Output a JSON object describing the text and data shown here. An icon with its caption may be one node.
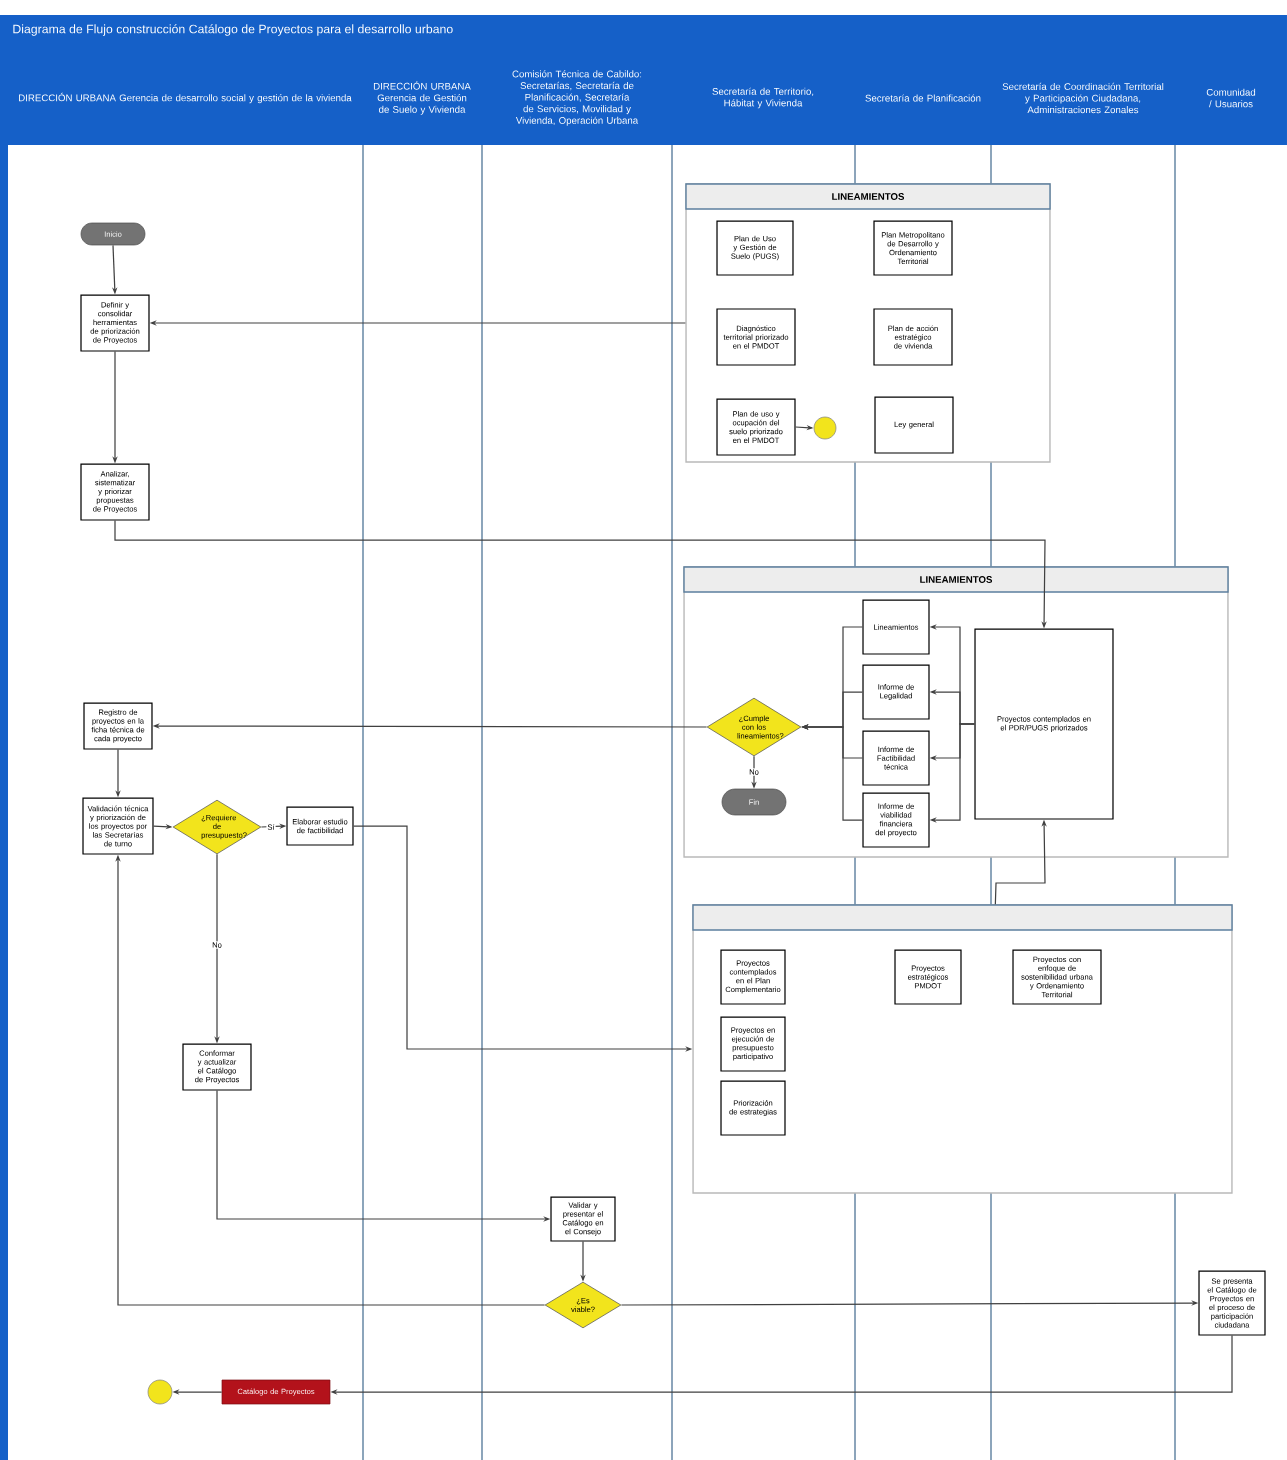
{
  "diagram": {
    "title": "Diagrama de Flujo construcción Catálogo de Proyectos para el desarrollo urbano",
    "nodes": [
      {
        "text": [
          "Inicio"
        ]
      },
      {
        "text": [
          "Definir y consolidar herramientas de priorización de Proyectos"
        ]
      },
      {
        "text": [
          "LINEAMIENTOS"
        ]
      },
      {
        "text": [
          "Plan de Uso y Gestión de Suelo (PUGS)"
        ],
        "in": 2
      },
      {
        "text": [
          "Plan Metropolitano de Desarrollo y Ordenamiento Territorial"
        ],
        "in": 2
      },
      {
        "text": [
          "Diagnóstico territorial priorizado en el PMDOT"
        ],
        "in": 2
      },
      {
        "text": [
          "Plan de acción estratégico de vivienda"
        ],
        "in": 2
      },
      {
        "text": [
          "Plan de uso y ocupación del suelo priorizado en el PMDOT"
        ],
        "in": 2
      },
      {
        "text": [
          "Ley general"
        ],
        "in": 2
      },
      {
        "text": [],
        "shape": "circle",
        "in": 2
      },
      {
        "text": [
          "Analizar, sistematizar y priorizar propuestas de Proyectos"
        ]
      },
      {
        "text": [
          "LINEAMIENTOS"
        ]
      },
      {
        "text": [
          "Lineamientos"
        ],
        "in": 11
      },
      {
        "text": [
          "Informe de Legalidad"
        ],
        "in": 11
      },
      {
        "text": [
          "Informe de Factibilidad técnica"
        ],
        "in": 11
      },
      {
        "text": [
          "Informe de viabilidad financiera del proyecto"
        ],
        "in": 11
      },
      {
        "text": [
          "Proyectos contemplados en el PDR/PUGS priorizados"
        ],
        "in": 11
      },
      {
        "text": [
          "¿Cumple con los lineamientos?"
        ],
        "in": 11
      },
      {
        "text": [
          "Fin"
        ],
        "in": 11
      },
      {
        "text": [
          "Registro de proyectos en la ficha técnica de cada proyecto"
        ]
      },
      {
        "text": [
          "Validación técnica y priorización de los proyectos por las Secretarías de turno"
        ]
      },
      {
        "text": [
          "¿Requiere de presupuesto?"
        ]
      },
      {
        "text": [
          "Elaborar estudio de factibilidad"
        ]
      },
      {
        "text": [],
        "shape": "box"
      },
      {
        "text": [
          "Proyectos contemplados en el Plan Complementario"
        ],
        "in": 23
      },
      {
        "text": [
          "Proyectos en ejecución de presupuesto participativo"
        ],
        "in": 23
      },
      {
        "text": [
          "Priorización de estrategias"
        ],
        "in": 23
      },
      {
        "text": [
          "Proyectos estratégicos PMDOT"
        ],
        "in": 23
      },
      {
        "text": [
          "Proyectos con enfoque de sostenibilidad urbana y Ordenamiento Territorial"
        ],
        "in": 23
      },
      {
        "text": [
          "Conformar y actualizar el Catálogo de Proyectos"
        ]
      },
      {
        "text": [
          "Validar y presentar el Catálogo en el Consejo"
        ]
      },
      {
        "text": [
          "¿Es viable?"
        ]
      },
      {
        "text": [
          "Se presenta el Catálogo de Proyectos en el proceso de participación ciudadana"
        ]
      },
      {
        "text": [
          "Catálogo de Proyectos"
        ]
      },
      {
        "text": [],
        "shape": "circle"
      }
    ],
    "edges": [
      {
        "from": 0,
        "to": 1,
        "arrow": "to"
      },
      {
        "from": 2,
        "to": 1,
        "arrow": "to"
      },
      {
        "from": 1,
        "to": 10,
        "arrow": "to"
      },
      {
        "from": 10,
        "to": 16,
        "arrow": "to"
      },
      {
        "from": 7,
        "to": 9,
        "arrow": "to"
      },
      {
        "from": 16,
        "to": 12,
        "arrow": "to"
      },
      {
        "from": 16,
        "to": 13,
        "arrow": "to"
      },
      {
        "from": 16,
        "to": 14,
        "arrow": "to"
      },
      {
        "from": 16,
        "to": 15,
        "arrow": "to"
      },
      {
        "from": 12,
        "to": 17,
        "arrow": "to"
      },
      {
        "from": 13,
        "to": 17,
        "arrow": "to"
      },
      {
        "from": 14,
        "to": 17,
        "arrow": "to"
      },
      {
        "from": 15,
        "to": 17,
        "arrow": "to"
      },
      {
        "from": 23,
        "to": 16,
        "arrow": "to"
      },
      {
        "from": 17,
        "to": 19,
        "arrow": "to"
      },
      {
        "from": 17,
        "to": 18,
        "arrow": "to",
        "label": "No"
      },
      {
        "from": 19,
        "to": 20,
        "arrow": "to"
      },
      {
        "from": 20,
        "to": 21,
        "arrow": "to"
      },
      {
        "from": 21,
        "to": 22,
        "arrow": "to",
        "label": "Sí"
      },
      {
        "from": 22,
        "to": 23,
        "arrow": "to"
      },
      {
        "from": 21,
        "to": 29,
        "arrow": "to",
        "label": "No"
      },
      {
        "from": 29,
        "to": 30,
        "arrow": "to"
      },
      {
        "from": 30,
        "to": 31,
        "arrow": "to"
      },
      {
        "from": 31,
        "to": 32,
        "arrow": "to"
      },
      {
        "from": 31,
        "to": 20,
        "arrow": "to"
      },
      {
        "from": 32,
        "to": 33,
        "arrow": "to"
      },
      {
        "from": 33,
        "to": 34,
        "arrow": "to"
      }
    ],
    "labels": [
      "DIRECCIÓN URBANA Gerencia de desarrollo social y gestión de la vivienda",
      "DIRECCIÓN URBANA Gerencia de Gestión de Suelo y Vivienda",
      "Comisión Técnica de Cabildo: Secretarías, Secretaría de Planificación, Secretaría de Servicios, Movilidad y Vivienda, Operación Urbana",
      "Secretaría de Territorio, Hábitat y Vivienda",
      "Secretaría de Planificación",
      "Secretaría de Coordinación Territorial y Participación Ciudadana, Administraciones Zonales",
      "Comunidad / Usuarios"
    ]
  }
}
